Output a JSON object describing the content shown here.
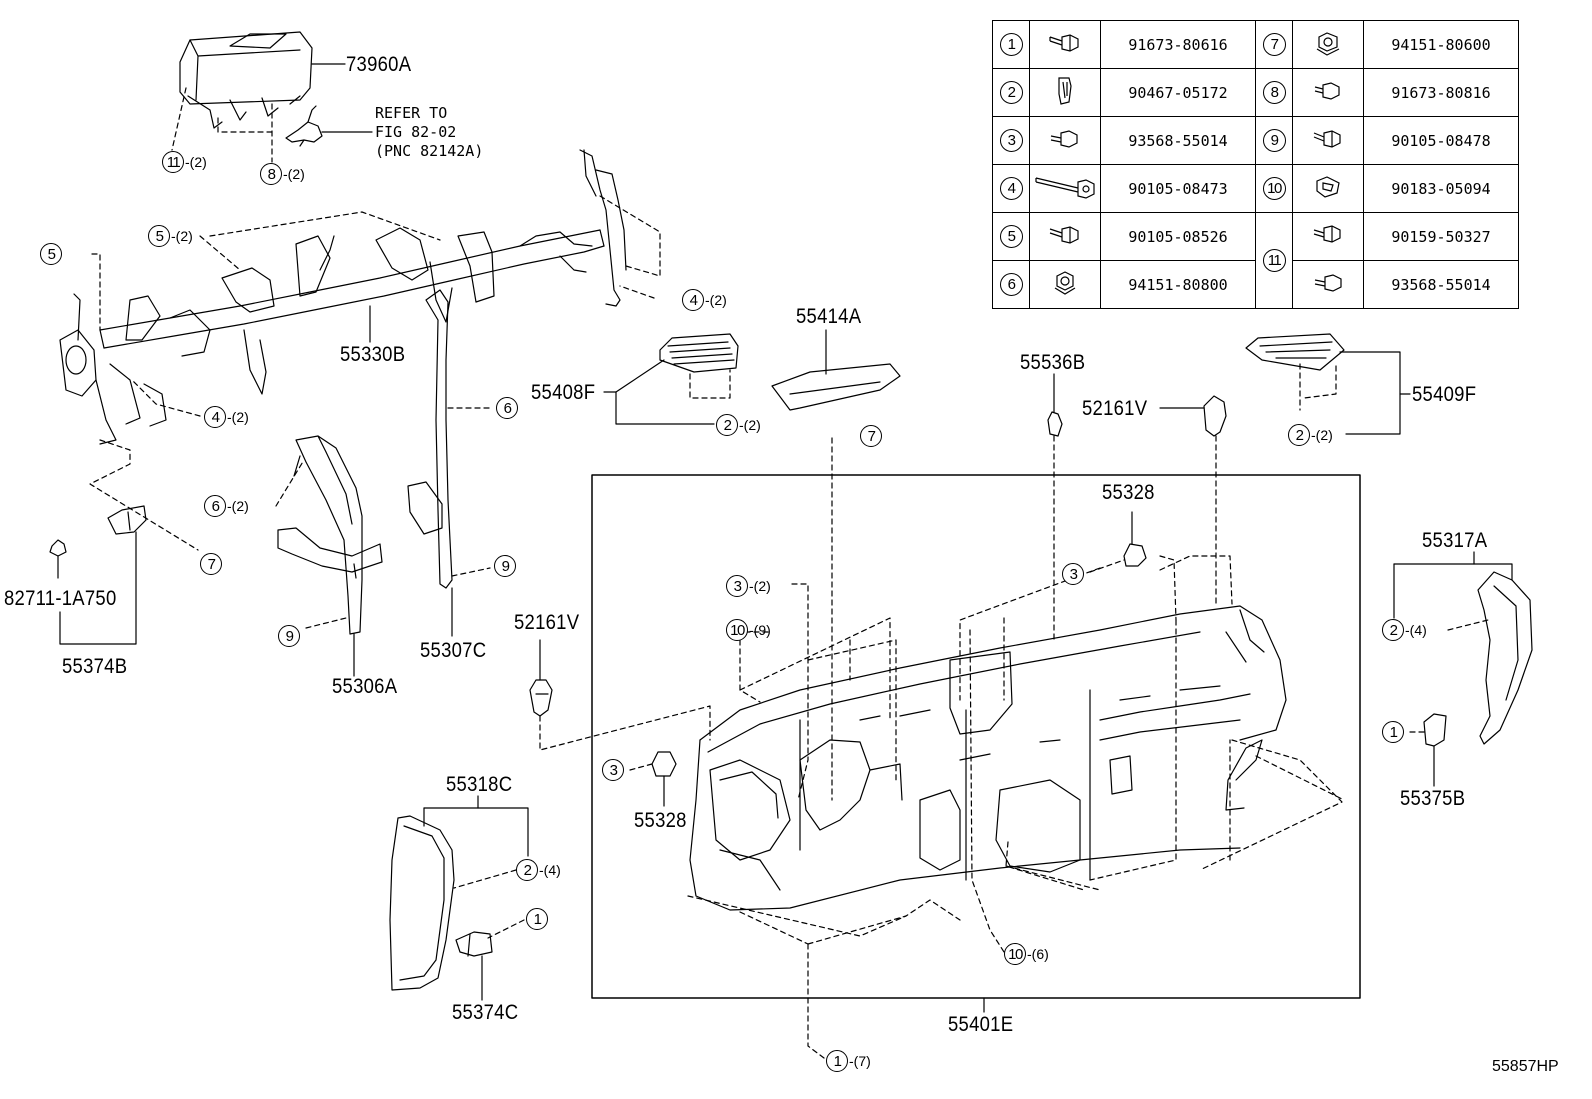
{
  "figure_code": "55857HP",
  "refer_note": "REFER TO\nFIG 82-02\n(PNC 82142A)",
  "parts_table": [
    {
      "no": "1",
      "icon": "flange-bolt-icon",
      "part": "91673-80616",
      "no2": "7",
      "icon2": "flange-nut-icon",
      "part2": "94151-80600"
    },
    {
      "no": "2",
      "icon": "clip-nut-icon",
      "part": "90467-05172",
      "no2": "8",
      "icon2": "bolt-icon",
      "part2": "91673-80816"
    },
    {
      "no": "3",
      "icon": "screw-icon",
      "part": "93568-55014",
      "no2": "9",
      "icon2": "flange-bolt-icon",
      "part2": "90105-08478"
    },
    {
      "no": "4",
      "icon": "long-bolt-icon",
      "part": "90105-08473",
      "no2": "10",
      "icon2": "u-nut-icon",
      "part2": "90183-05094"
    },
    {
      "no": "5",
      "icon": "flange-bolt-icon",
      "part": "90105-08526",
      "no2": "11",
      "icon2": "flange-bolt-icon",
      "part2": "90159-50327"
    },
    {
      "no": "6",
      "icon": "flange-nut-icon",
      "part": "94151-80800",
      "part2b": "93568-55014"
    }
  ],
  "part_labels": {
    "airbag": "73960A",
    "reinforcement": "55330B",
    "bracket_74b": "55374B",
    "clip_82711": "82711-1A750",
    "brace_06a": "55306A",
    "brace_07c": "55307C",
    "panel_08f": "55408F",
    "panel_14a": "55414A",
    "clip_36b": "55536B",
    "clip_61v_top": "52161V",
    "panel_09f": "55409F",
    "clip_61v_left": "52161V",
    "bracket_328_top": "55328",
    "bracket_328_left": "55328",
    "panel_17a": "55317A",
    "bracket_75b": "55375B",
    "panel_18c": "55318C",
    "bracket_74c": "55374C",
    "dash_01e": "55401E"
  },
  "callouts": [
    {
      "id": "c-air-11",
      "num": "11",
      "qty": "-(2)"
    },
    {
      "id": "c-air-8",
      "num": "8",
      "qty": "-(2)"
    },
    {
      "id": "c-left-5",
      "num": "5",
      "qty": ""
    },
    {
      "id": "c-top-5",
      "num": "5",
      "qty": "-(2)"
    },
    {
      "id": "c-right-4",
      "num": "4",
      "qty": "-(2)"
    },
    {
      "id": "c-low-4",
      "num": "4",
      "qty": "-(2)"
    },
    {
      "id": "c-brace-6",
      "num": "6",
      "qty": "-(2)"
    },
    {
      "id": "c-left-7",
      "num": "7",
      "qty": ""
    },
    {
      "id": "c-brace-9",
      "num": "9",
      "qty": ""
    },
    {
      "id": "c-07c-6",
      "num": "6",
      "qty": ""
    },
    {
      "id": "c-07c-9",
      "num": "9",
      "qty": ""
    },
    {
      "id": "c-08f-2",
      "num": "2",
      "qty": "-(2)"
    },
    {
      "id": "c-dash-7",
      "num": "7",
      "qty": ""
    },
    {
      "id": "c-09f-2",
      "num": "2",
      "qty": "-(2)"
    },
    {
      "id": "c-dash-3a",
      "num": "3",
      "qty": "-(2)"
    },
    {
      "id": "c-dash-10a",
      "num": "10",
      "qty": "-(9)"
    },
    {
      "id": "c-dash-3b",
      "num": "3",
      "qty": ""
    },
    {
      "id": "c-dash-3c",
      "num": "3",
      "qty": ""
    },
    {
      "id": "c-17a-2",
      "num": "2",
      "qty": "-(4)"
    },
    {
      "id": "c-75b-1",
      "num": "1",
      "qty": ""
    },
    {
      "id": "c-18c-2",
      "num": "2",
      "qty": "-(4)"
    },
    {
      "id": "c-74c-1",
      "num": "1",
      "qty": ""
    },
    {
      "id": "c-dash-10b",
      "num": "10",
      "qty": "-(6)"
    },
    {
      "id": "c-dash-1",
      "num": "1",
      "qty": "-(7)"
    }
  ]
}
